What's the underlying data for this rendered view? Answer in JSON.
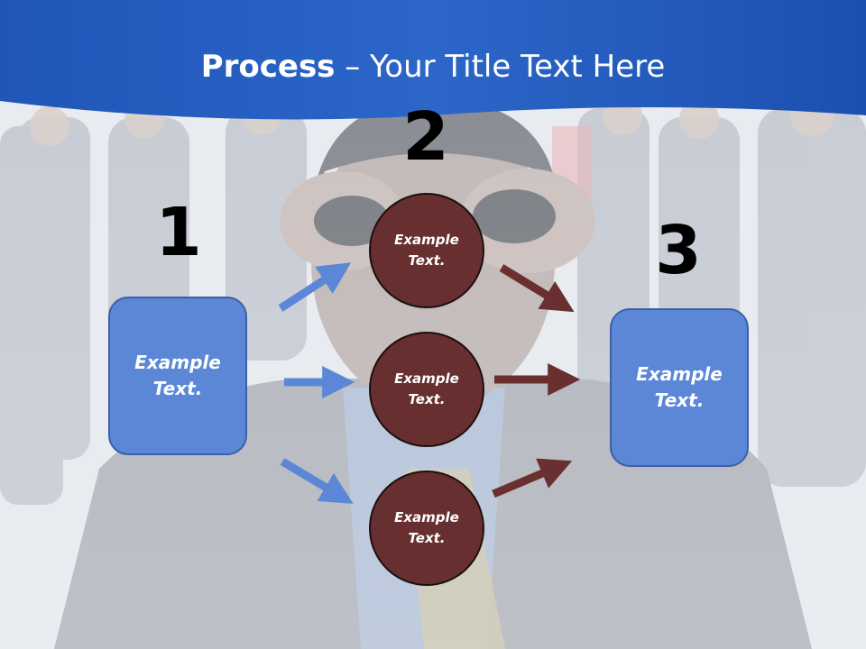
{
  "title": {
    "bold": "Process",
    "rest": " – Your Title Text Here"
  },
  "steps": [
    {
      "number": "1",
      "text_line1": "Example",
      "text_line2": "Text."
    },
    {
      "number": "2"
    },
    {
      "number": "3",
      "text_line1": "Example",
      "text_line2": "Text."
    }
  ],
  "circles": [
    {
      "text_line1": "Example",
      "text_line2": "Text."
    },
    {
      "text_line1": "Example",
      "text_line2": "Text."
    },
    {
      "text_line1": "Example",
      "text_line2": "Text."
    }
  ],
  "colors": {
    "header_blue": "#2a5fc0",
    "box_blue": "#5b87d6",
    "circle_brown": "#672f2f",
    "arrow_blue": "#5b87d6",
    "arrow_brown": "#6a2f2f"
  }
}
